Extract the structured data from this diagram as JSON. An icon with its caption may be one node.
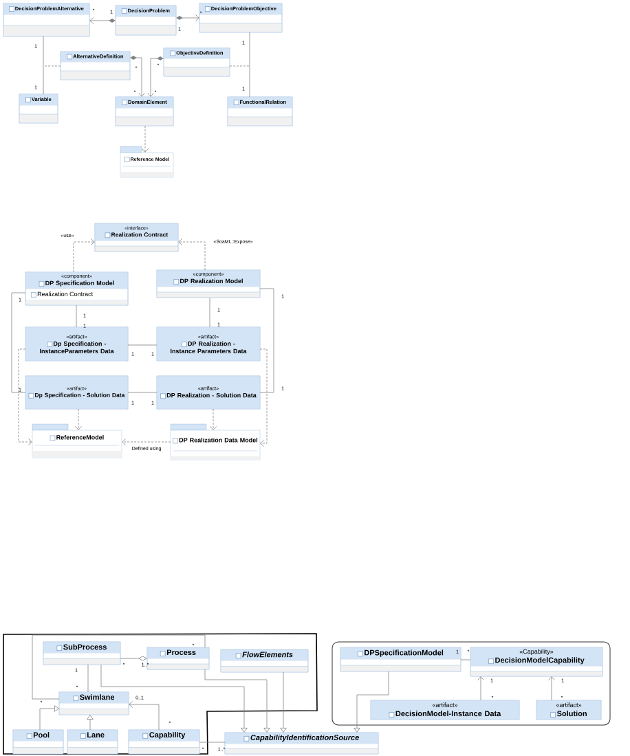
{
  "diagram": {
    "nodes": [
      {
        "text": [
          "DecisionProblemAlternative"
        ]
      },
      {
        "text": [
          "DecisionProblem"
        ]
      },
      {
        "text": [
          "DecisionProblemObjective"
        ]
      },
      {
        "text": [
          "AlternativeDefinition"
        ]
      },
      {
        "text": [
          "ObjectiveDefinition"
        ]
      },
      {
        "text": [
          "Variable"
        ]
      },
      {
        "text": [
          "DomainElement"
        ]
      },
      {
        "text": [
          "FunctionalRelation"
        ]
      },
      {
        "text": [
          "Reference Model"
        ]
      },
      {
        "text": [
          "«interface»",
          "Realization Contract"
        ]
      },
      {
        "text": [
          "«component»",
          "DP Specification Model",
          "Realization Contract"
        ]
      },
      {
        "text": [
          "«component»",
          "DP Realization Model"
        ]
      },
      {
        "text": [
          "«artifact»",
          "Dp Specification - InstanceParameters Data"
        ]
      },
      {
        "text": [
          "«artifact»",
          "DP Realization - Instance Parameters Data"
        ]
      },
      {
        "text": [
          "«artifact»",
          "Dp Specification - Solution Data"
        ]
      },
      {
        "text": [
          "«artifact»",
          "DP Realization - Solution Data"
        ]
      },
      {
        "text": [
          "ReferenceModel"
        ]
      },
      {
        "text": [
          "DP Realization Data Model"
        ]
      },
      {
        "text": [
          "SubProcess"
        ]
      },
      {
        "text": [
          "Process"
        ]
      },
      {
        "text": [
          "FlowElements"
        ]
      },
      {
        "text": [
          "Swimlane"
        ]
      },
      {
        "text": [
          "Pool"
        ]
      },
      {
        "text": [
          "Lane"
        ]
      },
      {
        "text": [
          "Capability"
        ]
      },
      {
        "text": [
          "CapabilityIdentificationSource"
        ]
      },
      {
        "text": [
          "DPSpecificationModel"
        ]
      },
      {
        "text": [
          "«Capability»",
          "DecisionModelCapability"
        ]
      },
      {
        "text": [
          "«artifact»",
          "DecisionModel-Instance Data"
        ]
      },
      {
        "text": [
          "«artifact»",
          "Solution"
        ]
      }
    ],
    "edges": [
      {
        "from": 1,
        "to": 0,
        "arrow": "to"
      },
      {
        "from": 1,
        "to": 2,
        "arrow": "to"
      },
      {
        "from": 0,
        "to": 5,
        "arrow": "none"
      },
      {
        "from": 2,
        "to": 7,
        "arrow": "none"
      },
      {
        "from": 3,
        "to": 6,
        "arrow": "to"
      },
      {
        "from": 4,
        "to": 6,
        "arrow": "to"
      },
      {
        "from": 3,
        "to": null,
        "arrow": "none",
        "style": "dashed"
      },
      {
        "from": 4,
        "to": null,
        "arrow": "none",
        "style": "dashed"
      },
      {
        "from": 6,
        "to": 8,
        "arrow": "to",
        "style": "dashed"
      },
      {
        "from": 10,
        "to": 9,
        "arrow": "to",
        "style": "dashed",
        "label": "«use»"
      },
      {
        "from": 11,
        "to": 9,
        "arrow": "to",
        "style": "dashed",
        "label": "«SoaML::Expose»"
      },
      {
        "from": 10,
        "to": 12,
        "arrow": "none"
      },
      {
        "from": 11,
        "to": 13,
        "arrow": "none"
      },
      {
        "from": 12,
        "to": 13,
        "arrow": "none"
      },
      {
        "from": 14,
        "to": 15,
        "arrow": "none"
      },
      {
        "from": 10,
        "to": 14,
        "arrow": "none"
      },
      {
        "from": 11,
        "to": 15,
        "arrow": "none"
      },
      {
        "from": 14,
        "to": 16,
        "arrow": "to",
        "style": "dashed"
      },
      {
        "from": 15,
        "to": 17,
        "arrow": "to",
        "style": "dashed"
      },
      {
        "from": 12,
        "to": 16,
        "arrow": "to",
        "style": "dashed"
      },
      {
        "from": 13,
        "to": 17,
        "arrow": "to",
        "style": "dashed"
      },
      {
        "from": 17,
        "to": 16,
        "arrow": "to",
        "style": "dashed",
        "label": "Defined using"
      },
      {
        "from": 19,
        "to": 18,
        "arrow": "other"
      },
      {
        "from": 18,
        "to": 21,
        "arrow": "none"
      },
      {
        "from": 21,
        "to": 19,
        "arrow": "none"
      },
      {
        "from": 22,
        "to": 21,
        "arrow": "to"
      },
      {
        "from": 23,
        "to": 21,
        "arrow": "to"
      },
      {
        "from": 24,
        "to": 21,
        "arrow": "to"
      },
      {
        "from": 18,
        "to": 25,
        "arrow": "to"
      },
      {
        "from": 19,
        "to": 25,
        "arrow": "to"
      },
      {
        "from": 20,
        "to": 25,
        "arrow": "to"
      },
      {
        "from": 24,
        "to": 25,
        "arrow": "none"
      },
      {
        "from": 26,
        "to": 25,
        "arrow": "to"
      },
      {
        "from": 26,
        "to": 27,
        "arrow": "none"
      },
      {
        "from": 28,
        "to": 27,
        "arrow": "to"
      },
      {
        "from": 29,
        "to": 27,
        "arrow": "to"
      }
    ],
    "labels": [
      "*",
      "1",
      "1",
      "*",
      "1",
      "1",
      "*",
      "*",
      "1",
      "1",
      "*",
      "*",
      "1",
      "1",
      "1",
      "1",
      "1",
      "1",
      "1",
      "1",
      "1",
      "1",
      "1",
      "1",
      "*",
      "1",
      "*",
      "*",
      "1..*",
      "1",
      "1",
      "1",
      "*",
      "0..1",
      "*",
      "*",
      "*",
      "*",
      "*",
      "1..*"
    ]
  }
}
